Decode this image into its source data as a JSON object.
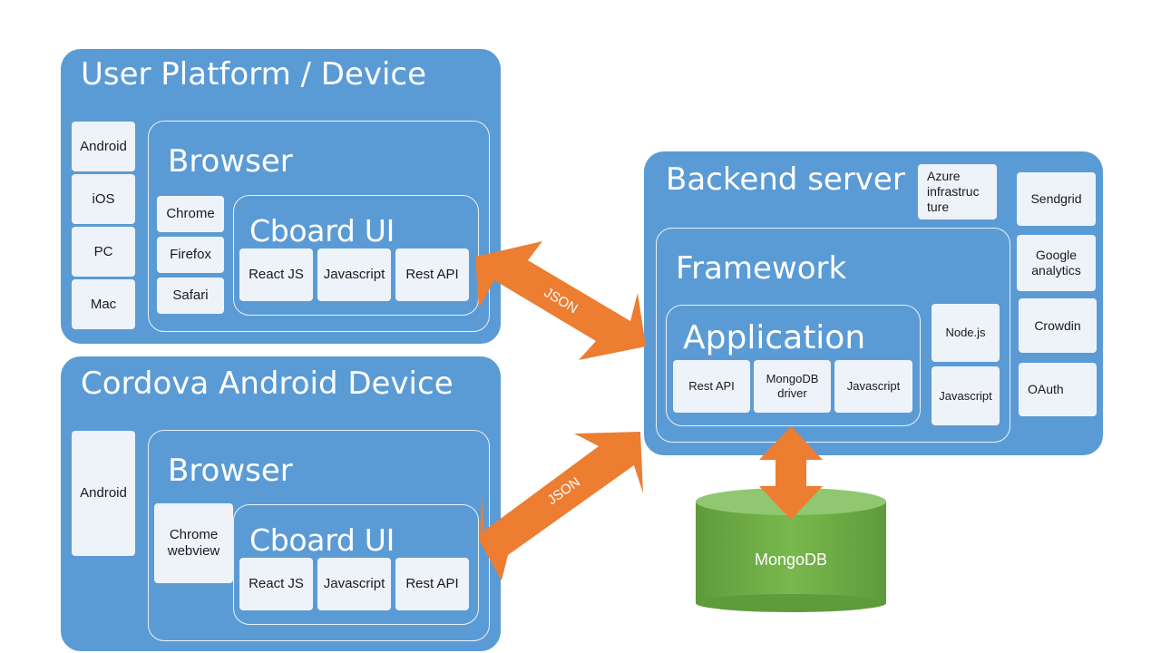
{
  "user_platform": {
    "title": "User Platform / Device",
    "devices": [
      "Android",
      "iOS",
      "PC",
      "Mac"
    ],
    "browser": {
      "title": "Browser",
      "browsers": [
        "Chrome",
        "Firefox",
        "Safari"
      ],
      "cboard": {
        "title": "Cboard UI",
        "items": [
          "React JS",
          "Javascript",
          "Rest API"
        ]
      }
    }
  },
  "cordova": {
    "title": "Cordova Android Device",
    "devices": [
      "Android"
    ],
    "browser": {
      "title": "Browser",
      "webview": "Chrome\nwebview",
      "cboard": {
        "title": "Cboard UI",
        "items": [
          "React JS",
          "Javascript",
          "Rest API"
        ]
      }
    }
  },
  "backend": {
    "title": "Backend server",
    "azure": "Azure\ninfrastruc\nture",
    "services": [
      "Sendgrid",
      "Google\nanalytics",
      "Crowdin",
      "OAuth"
    ],
    "framework": {
      "title": "Framework",
      "side_items": [
        "Node.js",
        "Javascript"
      ],
      "application": {
        "title": "Application",
        "items": [
          "Rest API",
          "MongoDB\ndriver",
          "Javascript"
        ]
      }
    }
  },
  "database": {
    "label": "MongoDB"
  },
  "connectors": {
    "top_label": "JSON",
    "bottom_label": "JSON"
  },
  "colors": {
    "panel": "#5b9bd5",
    "arrow": "#ed7d31",
    "database": "#70ad47",
    "box": "#eef3fa"
  }
}
